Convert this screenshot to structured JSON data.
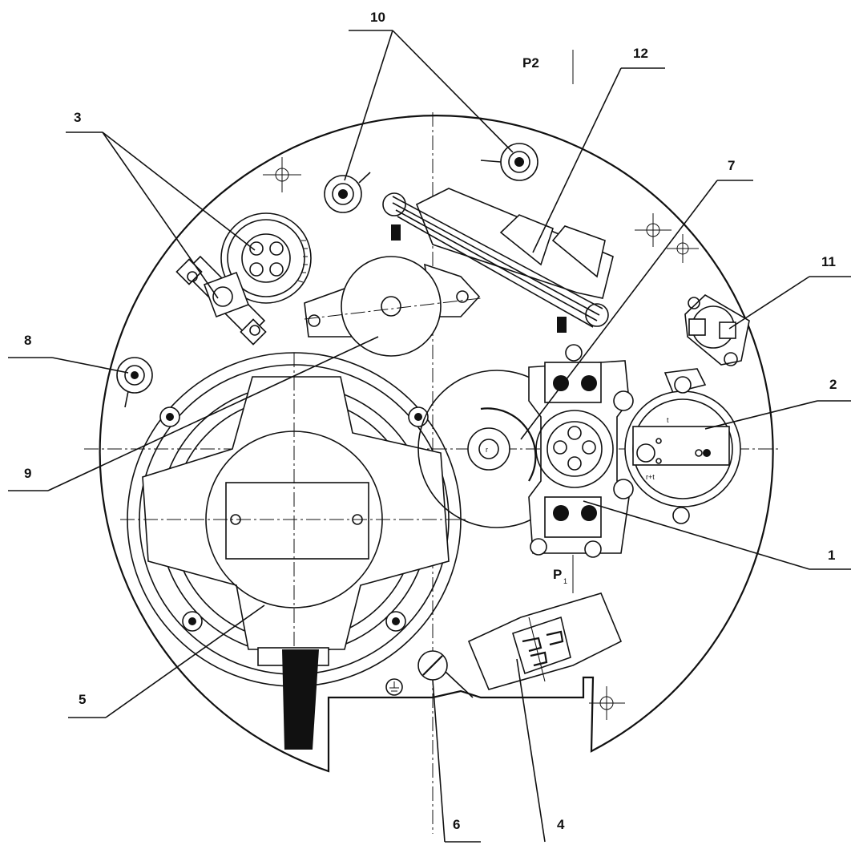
{
  "labels": {
    "l1": "1",
    "l2": "2",
    "l3": "3",
    "l4": "4",
    "l5": "5",
    "l6": "6",
    "l7": "7",
    "l8": "8",
    "l9": "9",
    "l10": "10",
    "l11": "11",
    "l12": "12"
  },
  "planes": {
    "p2": "P2",
    "p1": "P",
    "p1_sub": "1"
  },
  "marks": {
    "t_top": "t",
    "t_bottom": "r+t",
    "r_wheel": "r"
  },
  "colors": {
    "ink": "#111111",
    "paper": "#ffffff"
  }
}
